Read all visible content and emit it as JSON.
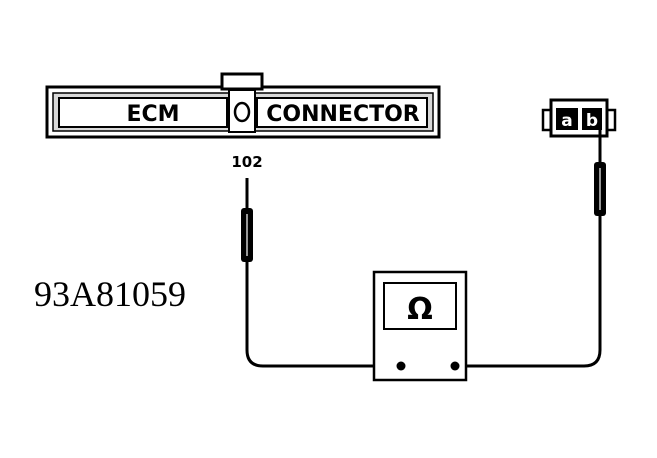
{
  "connector": {
    "left_label": "ECM",
    "right_label": "CONNECTOR"
  },
  "pin_label": "102",
  "small_connector": {
    "pin_a": "a",
    "pin_b": "b"
  },
  "meter": {
    "symbol": "Ω"
  },
  "figure_id": "93A81059",
  "colors": {
    "ink": "#000000",
    "paper": "#ffffff",
    "shade": "#d9d9d9"
  }
}
